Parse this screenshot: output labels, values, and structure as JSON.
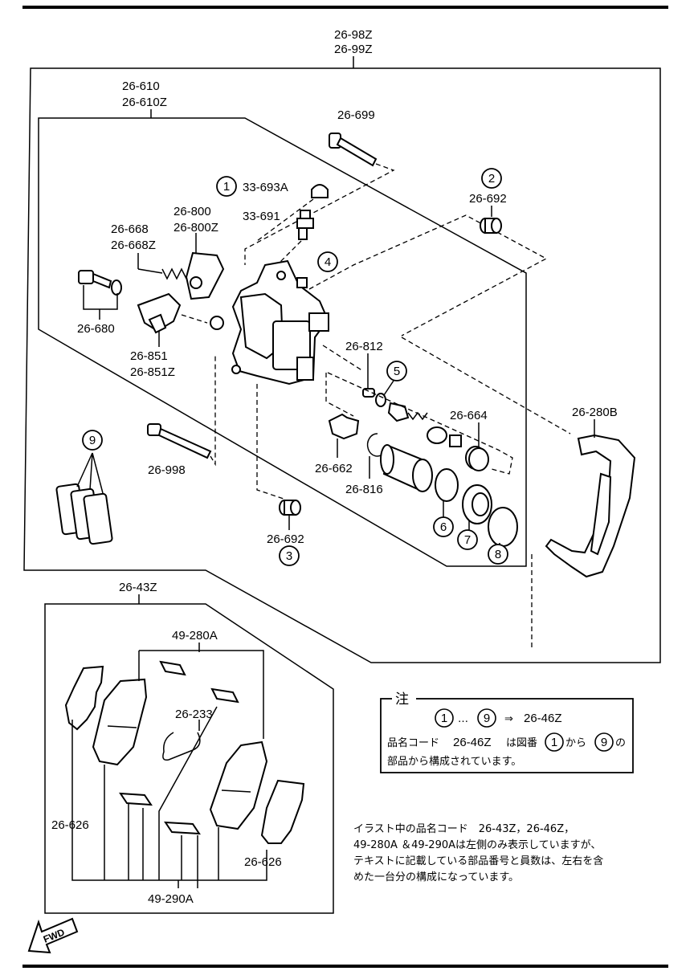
{
  "labels": {
    "assembly_top_1": "26-98Z",
    "assembly_top_2": "26-99Z",
    "caliper_1": "26-610",
    "caliper_2": "26-610Z",
    "guide_pin_bolt": "26-699",
    "cap": "33-693A",
    "bleeder": "33-691",
    "lever_1": "26-800",
    "lever_2": "26-800Z",
    "spring_1": "26-668",
    "spring_2": "26-668Z",
    "bolt_680": "26-680",
    "bracket_1": "26-851",
    "bracket_2": "26-851Z",
    "boot_692_top": "26-692",
    "shaft_812": "26-812",
    "parts_664": "26-664",
    "mount_280b": "26-280B",
    "pin_998": "26-998",
    "lever_662": "26-662",
    "snap_816": "26-816",
    "boot_692_bottom": "26-692",
    "pad_kit": "26-43Z",
    "shim_280a": "49-280A",
    "spring_233": "26-233",
    "shim_626_left": "26-626",
    "shim_626_right": "26-626",
    "clip_290a": "49-290A"
  },
  "circled_numbers": [
    "1",
    "2",
    "3",
    "4",
    "5",
    "6",
    "7",
    "8",
    "9"
  ],
  "note": {
    "title": "注",
    "line1_range_sep": "…",
    "line1_arrow": "⇒",
    "line1_code": "26-46Z",
    "line2_a": "品名コード",
    "line2_b": "26-46Z",
    "line2_c": "は図番",
    "line2_d": "から",
    "line2_e": "の",
    "line3": "部品から構成されています。"
  },
  "bottom_note": {
    "line1": "イラスト中の品名コード　26-43Z，26-46Z，",
    "line2": "49-280A ＆49-290Aは左側のみ表示していますが、",
    "line3": "テキストに記載している部品番号と員数は、左右を含",
    "line4": "めた一台分の構成になっています。"
  },
  "fwd": "FWD"
}
